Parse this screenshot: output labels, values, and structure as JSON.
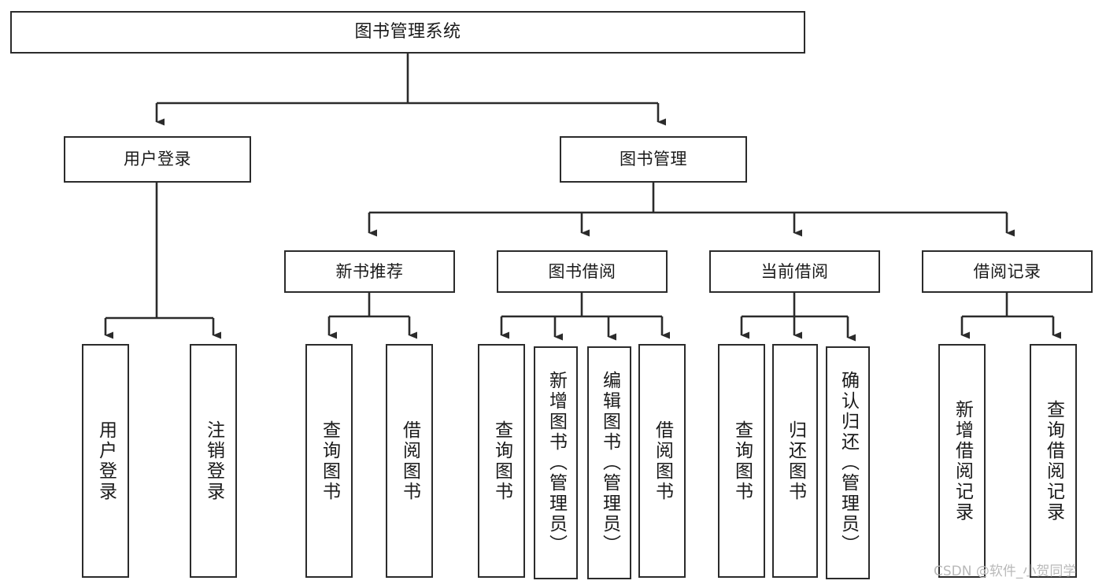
{
  "diagram": {
    "type": "tree",
    "title": "图书管理系统",
    "watermark": "CSDN @软件_小贺同学",
    "colors": {
      "box_border": "#2b2b2b",
      "box_fill": "#ffffff",
      "connector": "#2b2b2b",
      "text": "#1a1a1a",
      "watermark": "#b9b9b9",
      "background": "#ffffff"
    },
    "nodes": {
      "root": {
        "label": "图书管理系统"
      },
      "level2": [
        {
          "id": "user-login",
          "label": "用户登录"
        },
        {
          "id": "book-manage",
          "label": "图书管理"
        }
      ],
      "level3": [
        {
          "id": "new-book-recommend",
          "label": "新书推荐"
        },
        {
          "id": "book-borrow",
          "label": "图书借阅"
        },
        {
          "id": "current-borrow",
          "label": "当前借阅"
        },
        {
          "id": "borrow-record",
          "label": "借阅记录"
        }
      ],
      "leaves": {
        "user-login": [
          {
            "id": "leaf-user-login",
            "label": "用户登录"
          },
          {
            "id": "leaf-user-logout",
            "label": "注销登录"
          }
        ],
        "new-book-recommend": [
          {
            "id": "leaf-query-book-1",
            "label": "查询图书"
          },
          {
            "id": "leaf-borrow-book-1",
            "label": "借阅图书"
          }
        ],
        "book-borrow": [
          {
            "id": "leaf-query-book-2",
            "label": "查询图书"
          },
          {
            "id": "leaf-add-book",
            "label": "新增图书（管理员）"
          },
          {
            "id": "leaf-edit-book",
            "label": "编辑图书（管理员）"
          },
          {
            "id": "leaf-borrow-book-2",
            "label": "借阅图书"
          }
        ],
        "current-borrow": [
          {
            "id": "leaf-query-book-3",
            "label": "查询图书"
          },
          {
            "id": "leaf-return-book",
            "label": "归还图书"
          },
          {
            "id": "leaf-confirm-return",
            "label": "确认归还（管理员）"
          }
        ],
        "borrow-record": [
          {
            "id": "leaf-add-record",
            "label": "新增借阅记录"
          },
          {
            "id": "leaf-query-record",
            "label": "查询借阅记录"
          }
        ]
      }
    }
  }
}
